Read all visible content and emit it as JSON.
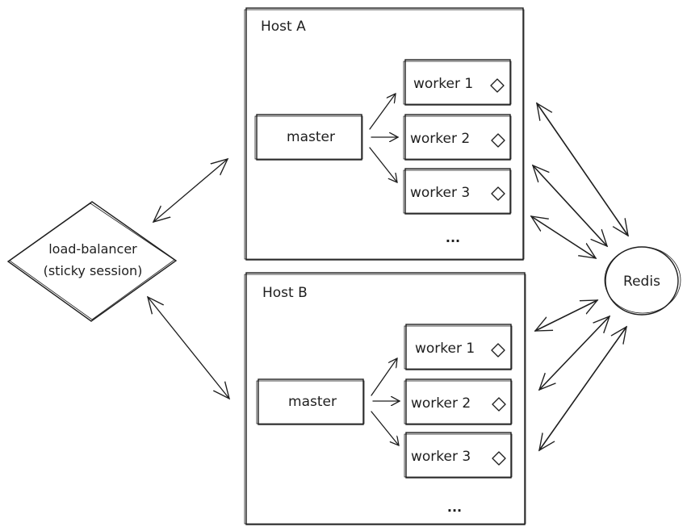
{
  "load_balancer": {
    "line1": "load-balancer",
    "line2": "(sticky session)"
  },
  "redis": {
    "label": "Redis"
  },
  "hosts": [
    {
      "title": "Host A",
      "master": "master",
      "workers": [
        "worker 1",
        "worker 2",
        "worker 3"
      ],
      "more": "..."
    },
    {
      "title": "Host B",
      "master": "master",
      "workers": [
        "worker 1",
        "worker 2",
        "worker 3"
      ],
      "more": "..."
    }
  ],
  "worker_icon": "diamond-icon"
}
